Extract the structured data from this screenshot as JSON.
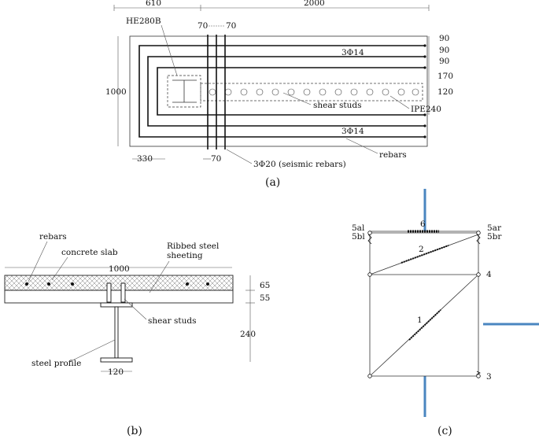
{
  "figure_a": {
    "caption": "(a)",
    "dim_top_left": "610",
    "dim_top_right": "2000",
    "profile_label": "HE280B",
    "dim_70_a": "70",
    "dim_70_b": "70",
    "dim_height": "1000",
    "right_dims": [
      "90",
      "90",
      "90",
      "170",
      "120"
    ],
    "rebar_top": "3Φ14",
    "rebar_bottom": "3Φ14",
    "shear_studs": "shear studs",
    "beam_label": "IPE240",
    "rebars": "rebars",
    "dim_bottom_left": "330",
    "dim_bottom_70": "70",
    "seismic_rebars": "3Φ20 (seismic rebars)"
  },
  "figure_b": {
    "caption": "(b)",
    "rebars": "rebars",
    "concrete_slab": "concrete slab",
    "sheeting_line1": "Ribbed steel",
    "sheeting_line2": "sheeting",
    "width": "1000",
    "dim_65": "65",
    "dim_55": "55",
    "dim_240": "240",
    "shear_studs": "shear studs",
    "steel_profile": "steel profile",
    "flange_width": "120"
  },
  "figure_c": {
    "caption": "(c)",
    "node_6": "6",
    "node_5al": "5al",
    "node_5bl": "5bl",
    "node_5ar": "5ar",
    "node_5br": "5br",
    "node_2": "2",
    "node_4": "4",
    "node_1": "1",
    "node_3": "3"
  },
  "colors": {
    "line": "#111111",
    "member_blue": "#4a86c0"
  }
}
